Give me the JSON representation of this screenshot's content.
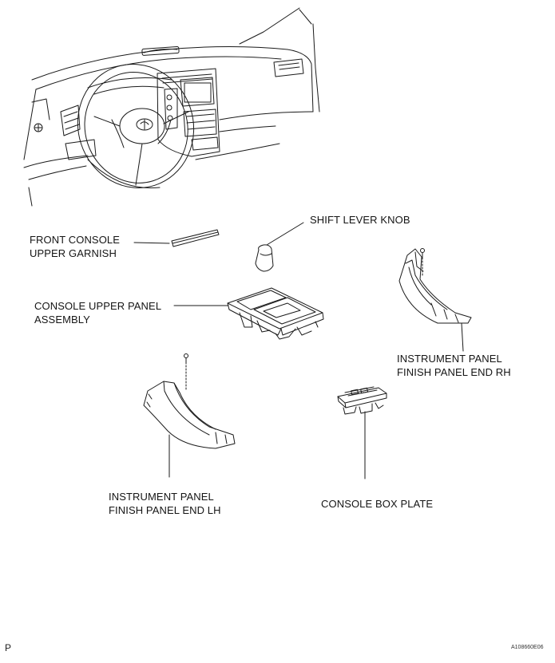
{
  "labels": {
    "shift_lever_knob": [
      "SHIFT LEVER KNOB"
    ],
    "front_console_upper_garnish": [
      "FRONT CONSOLE",
      "UPPER GARNISH"
    ],
    "console_upper_panel_assembly": [
      "CONSOLE UPPER PANEL",
      "ASSEMBLY"
    ],
    "instrument_panel_finish_panel_end_rh": [
      "INSTRUMENT PANEL",
      "FINISH PANEL END RH"
    ],
    "instrument_panel_finish_panel_end_lh": [
      "INSTRUMENT PANEL",
      "FINISH PANEL END LH"
    ],
    "console_box_plate": [
      "CONSOLE BOX PLATE"
    ]
  },
  "footer": {
    "corner_mark": "P",
    "figure_code": "A108660E06"
  },
  "colors": {
    "line": "#1a1a1a",
    "background": "#ffffff"
  }
}
